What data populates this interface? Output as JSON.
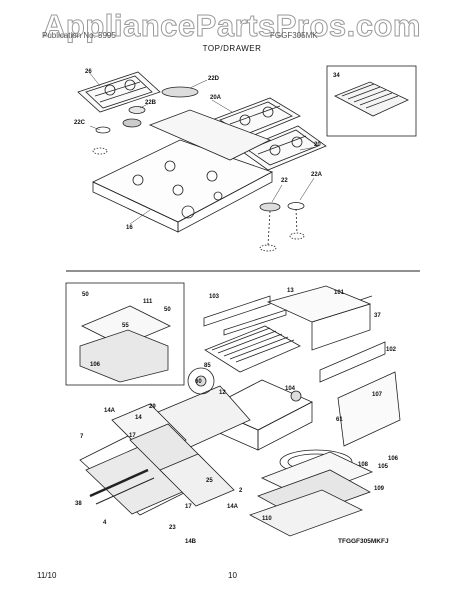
{
  "watermark": "AppliancePartsPros.com",
  "header": {
    "left_text": "Publication No. 5995",
    "right_text": "FGGF305MK",
    "section_title": "TOP/DRAWER"
  },
  "top_labels": [
    "26",
    "22D",
    "22B",
    "20A",
    "34",
    "22C",
    "20",
    "16",
    "22",
    "22A"
  ],
  "bottom_labels": [
    "50",
    "111",
    "50",
    "55",
    "106",
    "103",
    "13",
    "101",
    "37",
    "85",
    "102",
    "60",
    "12",
    "104",
    "107",
    "14A",
    "29",
    "14",
    "7",
    "17",
    "38",
    "4",
    "23",
    "14B",
    "17",
    "25",
    "14A",
    "2",
    "61",
    "108",
    "105",
    "106",
    "109",
    "110"
  ],
  "model_code": "TFGGF305MKFJ",
  "footer": {
    "date": "11/10",
    "page": "10"
  }
}
